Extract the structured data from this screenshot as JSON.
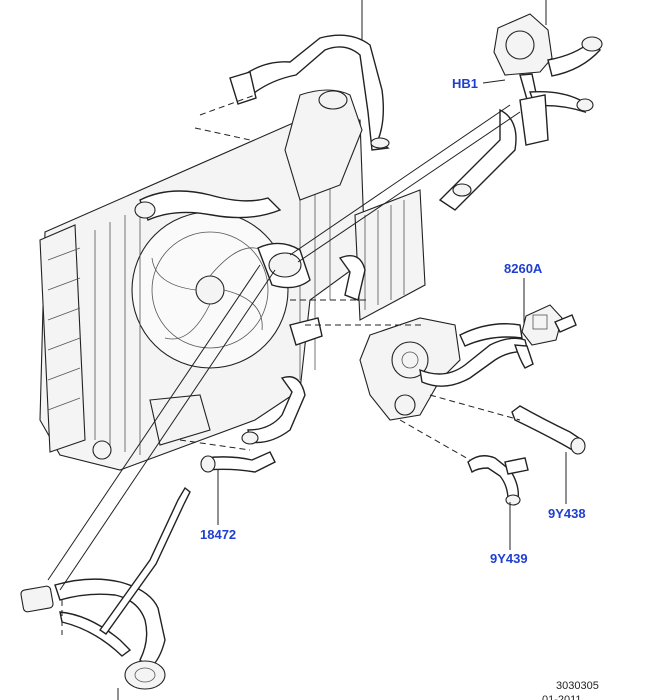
{
  "callouts": {
    "hb1": "HB1",
    "p8260a": "8260A",
    "p18472": "18472",
    "p9y438": "9Y438",
    "p9y439": "9Y439"
  },
  "footer": {
    "drawing_number": "3030305",
    "date_partial": "01-2011"
  },
  "colors": {
    "callout": "#1f3fd0",
    "line": "#222222",
    "background": "#ffffff"
  }
}
